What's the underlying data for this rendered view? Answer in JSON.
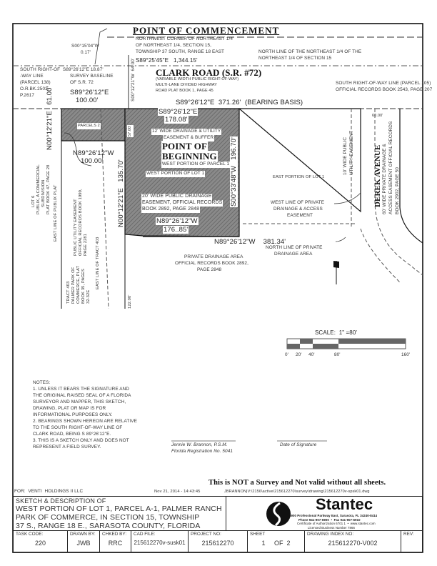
{
  "colors": {
    "hatch": "#7a7a7a",
    "line": "#222222",
    "scale_dark": "#666666"
  },
  "drawing": {
    "poc_title": "POINT OF COMMENCEMENT",
    "poc_desc": [
      "NORTHWEST CORNER OF NORTHEAST 1/4",
      "OF NORTHEAST 1/4, SECTION 15,",
      "TOWNSHIP 37 SOUTH, RANGE 18 EAST"
    ],
    "north_line_call": "S89°25'45\"E   1,344.15'",
    "offset_call": [
      "S00°15'04\"W",
      "0.17'"
    ],
    "north_line_label": [
      "NORTH LINE OF THE NORTHEAST 1/4 OF THE",
      "NORTHEAST 1/4 OF SECTION 15"
    ],
    "south_row_138": [
      "SOUTH RIGHT-OF",
      "-WAY LINE",
      "(PARCEL 138)",
      "O.R.BK.2503,",
      "P.2617"
    ],
    "baseline_call": [
      "S89°26'12\"E 18.87'",
      "SURVEY BASELINE",
      "OF S.R. 72"
    ],
    "west_top_call": [
      "S89°26'12\"E",
      "100.00'"
    ],
    "row_width_call": "S00°12'21\"W  64.00'",
    "road_name": "CLARK ROAD (S.R. #72)",
    "road_desc": [
      "(VARIABLE WIDTH PUBLIC RIGHT-OF-WAY)",
      "MULTI-LANE DIVIDED HIGHWAY",
      "ROAD PLAT BOOK 1, PAGE 45"
    ],
    "south_row_105": [
      "SOUTH RIGHT-OF-WAY LINE (PARCEL 105)",
      "OFFICIAL RECORDS BOOK 2543, PAGE 207"
    ],
    "bearing_basis": "S89°26'12\"E  371.26'  (BEARING BASIS)",
    "top_call": [
      "S89°26'12\"E",
      "178.08'"
    ],
    "easement_12": [
      "12' WIDE DRAINAGE & UTILITY",
      "EASEMENT & BUFFER"
    ],
    "pob": [
      "POINT OF",
      "BEGINNING"
    ],
    "west_parcel1": "WEST PORTION OF PARCEL 1",
    "west_lot1": "WEST PORTION OF LOT 1",
    "easement_20": [
      "20' WIDE PUBLIC DRAINAGE",
      "EASEMENT, OFFICIAL RECORDS",
      "BOOK 2892, PAGE 2848"
    ],
    "bottom_call": [
      "N89°26'12\"W",
      "176..85'"
    ],
    "east_side_call": "S00°33'48\"W   196.70'",
    "parcel2_bottom_call": [
      "N89°26'12\"W",
      "100.00'"
    ],
    "parcel2_west_call": "N00°12'21\"E   61.00'",
    "west_side_call": "N00°12'21\"E   135.70'",
    "parcels2": "PARCELS 2",
    "dim_57": "57.00'",
    "lot6": [
      "LOT 6",
      "PUBLIX, A COMMERCIAL",
      "SUBDIVISION",
      "PLAT BOOK 47, PAGE 28"
    ],
    "east_line_publix": "EAST LINE OF PUBLIX PLAT",
    "pue": [
      "PUBLIC UTILITY EASEMENT",
      "OFFICIAL RECORDS BOOK 1999,",
      "PAGE 2281"
    ],
    "tract403": [
      "TRACT 403",
      "PALMER PARK OF",
      "COMMERCE, PLAT",
      "BOOK 35, PAGES",
      "32-32E"
    ],
    "east_line_tract": "EAST LINE OF TRACT 403",
    "dim_122": "122.00'",
    "east_lot1": "EAST PORTION OF LOT 1",
    "pue_10": [
      "10' WIDE PUBLIC",
      "UTILITY EASEMENT"
    ],
    "west_line_drainage": [
      "WEST LINE OF PRIVATE",
      "DRAINAGE & ACCESS",
      "EASEMENT"
    ],
    "derek_name": "DEREK AVENUE",
    "derek_desc": [
      "60' WIDE PRIVATE DRAINAGE &",
      "ACCESS EASEMENT OFFICIAL RECORDS",
      "BOOK 2902, PAGE 50"
    ],
    "dim_60": "60.00'",
    "south_call": "N89°26'12\"W    381.34'",
    "north_drainage": [
      "NORTH LINE OF PRIVATE",
      "DRAINAGE AREA"
    ],
    "private_drainage": [
      "PRIVATE DRAINAGE AREA",
      "OFFICIAL RECORDS BOOK 2892,",
      "PAGE 2848"
    ],
    "north_arrow_icon": "north-arrow-flag"
  },
  "scale": {
    "label": "SCALE:  1\" =80'",
    "ticks": [
      "0'",
      "20'",
      "40'",
      "80'",
      "160'"
    ]
  },
  "notes": {
    "heading": "NOTES:",
    "lines": [
      "1. UNLESS IT BEARS THE SIGNATURE AND",
      "THE ORIGINAL RAISED SEAL OF A FLORIDA",
      "SURVEYOR AND MAPPER, THIS SKETCH,",
      "DRAWING, PLAT OR MAP IS FOR",
      "INFORMATIONAL PURPOSES ONLY.",
      "2. BEARINGS SHOWN HEREON ARE RELATIVE",
      "TO THE SOUTH RIGHT-OF-WAY LINE OF",
      "CLARK ROAD, BEING S 89°26'12\"E.",
      "3. THIS IS A SKETCH ONLY AND DOES NOT",
      "REPRESENT A FIELD SURVEY."
    ]
  },
  "signature": {
    "name": "Jennie W. Brannon, P.S.M.",
    "registration": "Florida Registration No. 5041",
    "date_label": "Date of Signature"
  },
  "disclaimer": "This is NOT a Survey and Not valid without all sheets.",
  "footer": {
    "client": "FOR:  VENTI  HOLDINGS II LLC",
    "timestamp": "Nov 21, 2014 - 14:43:45",
    "path": "JBRANNON|V:\\2156\\active\\215612270\\survey\\drawing\\215612270v-spsk01.dwg"
  },
  "title_block": {
    "title": [
      "SKETCH & DESCRIPTION OF",
      "WEST PORTION OF LOT 1, PARCEL A-1, PALMER RANCH",
      "PARK OF COMMERCE, IN SECTION 15, TOWNSHIP",
      "37 S., RANGE 18 E., SARASOTA COUNTY, FLORIDA"
    ],
    "company": "Stantec",
    "address": [
      "6900 Professional Parkway East, Sarasota, FL 34240-8414",
      "Phone 941-907-6900  •  Fax 941-907-6910",
      "Certificate of Authorization 6701 1  •  www.stantec.com",
      "Licensed Business Number 7866"
    ],
    "fields": [
      {
        "label": "TASK CODE:",
        "value": "220"
      },
      {
        "label": "DRAWN BY:",
        "value": "JWB"
      },
      {
        "label": "CHKED BY:",
        "value": "RRC"
      },
      {
        "label": "CAD FILE:",
        "value": "215612270v-susk01"
      },
      {
        "label": "PROJECT NO:",
        "value": "215612270"
      },
      {
        "label": "SHEET",
        "value": "1     OF  2"
      },
      {
        "label": "DRAWING INDEX NO:",
        "value": "215612270-V002"
      },
      {
        "label": "REV:",
        "value": ""
      }
    ]
  }
}
